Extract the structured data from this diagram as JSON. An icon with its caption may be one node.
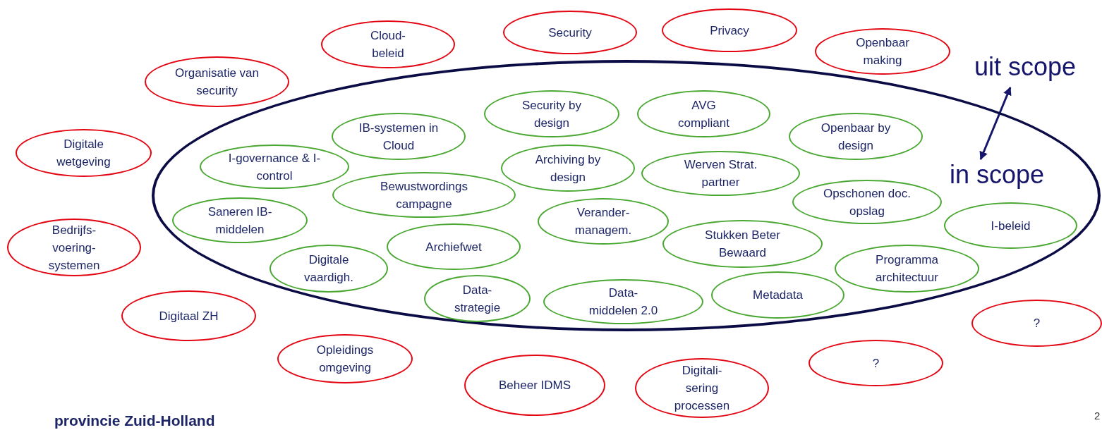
{
  "diagram": {
    "nodes": [
      {
        "text": [
          "Security"
        ]
      },
      {
        "text": [
          "Privacy"
        ]
      },
      {
        "text": [
          "Cloud-beleid"
        ]
      },
      {
        "text": [
          "Openbaar making"
        ]
      },
      {
        "text": [
          "uit scope"
        ]
      },
      {
        "text": [
          "Organisatie van security"
        ]
      },
      {
        "text": [],
        "shape": "ellipse"
      },
      {
        "text": [
          "Security by design"
        ],
        "in": 6
      },
      {
        "text": [
          "AVG compliant"
        ],
        "in": 6
      },
      {
        "text": [
          "IB-systemen in Cloud"
        ],
        "in": 6
      },
      {
        "text": [
          "Openbaar by design"
        ],
        "in": 6
      },
      {
        "text": [
          "I-governance & I-control"
        ],
        "in": 6
      },
      {
        "text": [
          "Archiving by design"
        ],
        "in": 6
      },
      {
        "text": [
          "Werven Strat. partner"
        ],
        "in": 6
      },
      {
        "text": [
          "in scope"
        ],
        "in": 6
      },
      {
        "text": [
          "Bewustwordings campagne"
        ],
        "in": 6
      },
      {
        "text": [
          "Opschonen doc. opslag"
        ],
        "in": 6
      },
      {
        "text": [
          "Saneren IB-middelen"
        ],
        "in": 6
      },
      {
        "text": [
          "Verander-managem."
        ],
        "in": 6
      },
      {
        "text": [
          "I-beleid"
        ],
        "in": 6
      },
      {
        "text": [
          "Stukken Beter Bewaard"
        ],
        "in": 6
      },
      {
        "text": [
          "Archiefwet"
        ],
        "in": 6
      },
      {
        "text": [
          "Programma architectuur"
        ],
        "in": 6
      },
      {
        "text": [
          "Digitale vaardigh."
        ],
        "in": 6
      },
      {
        "text": [
          "Data-strategie"
        ],
        "in": 6
      },
      {
        "text": [
          "Data-middelen 2.0"
        ],
        "in": 6
      },
      {
        "text": [
          "Metadata"
        ],
        "in": 6
      },
      {
        "text": [
          "Digitale wetgeving"
        ]
      },
      {
        "text": [
          "Bedrijfs-voering-systemen"
        ]
      },
      {
        "text": [
          "Digitaal ZH"
        ]
      },
      {
        "text": [
          "?"
        ]
      },
      {
        "text": [
          "Opleidings omgeving"
        ]
      },
      {
        "text": [
          "?"
        ]
      },
      {
        "text": [
          "Beheer IDMS"
        ]
      },
      {
        "text": [
          "Digitali-sering processen"
        ]
      }
    ],
    "edges": [
      {
        "from": 14,
        "to": 4,
        "arrow": "both"
      }
    ],
    "labels": [
      "provincie Zuid-Holland",
      "2"
    ]
  }
}
